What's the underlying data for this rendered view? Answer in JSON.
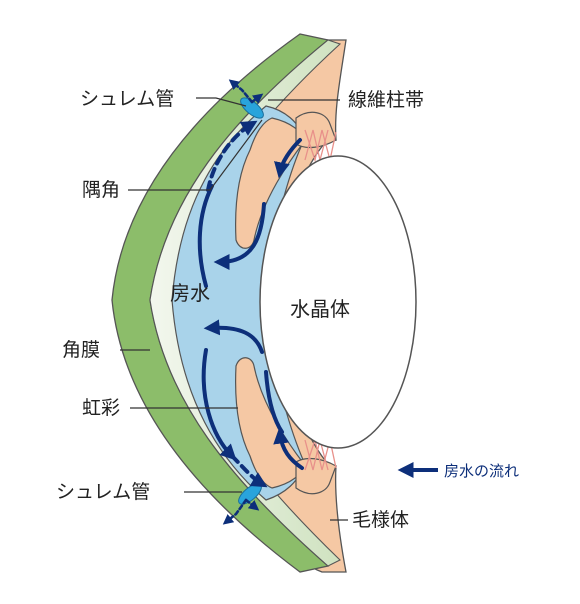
{
  "labels": {
    "schlemm_top": "シュレム管",
    "zonule": "線維柱帯",
    "angle": "隅角",
    "aqueous": "房水",
    "lens": "水晶体",
    "cornea": "角膜",
    "iris": "虹彩",
    "schlemm_bottom": "シュレム管",
    "ciliary": "毛様体"
  },
  "legend": {
    "label": "房水の流れ"
  },
  "colors": {
    "aqueous_fill": "#a9d3ea",
    "flow_arrow": "#0d2f7a",
    "cornea_outer": "#8cbd6a",
    "cornea_inner": "#e4efdc",
    "tissue": "#f5c8a4",
    "schlemm": "#29a4dc",
    "zonule_fibers": "#e8908a"
  }
}
